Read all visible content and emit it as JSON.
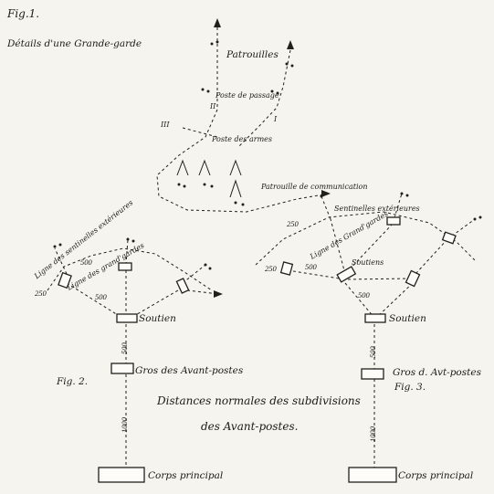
{
  "figure": {
    "fig1_label": "Fig.1.",
    "fig1_title": "Détails d'une Grande-garde",
    "fig2_label": "Fig. 2.",
    "fig3_label": "Fig. 3.",
    "caption_line1": "Distances normales des subdivisions",
    "caption_line2": "des Avant-postes."
  },
  "fig1": {
    "patrouilles": "Patrouilles",
    "poste_passage": "Poste de passage",
    "roman_two": "II",
    "roman_one": "I",
    "roman_three": "III",
    "poste_armes": "Poste des armes",
    "patrouille_communication": "Patrouille de communication"
  },
  "fig2": {
    "ligne_sentinelles": "Ligne des sentinelles extérieures",
    "ligne_grand_gardes": "Ligne des grand'gardes",
    "soutien": "Soutien",
    "gros": "Gros des Avant-postes",
    "corps": "Corps principal",
    "d250": "250",
    "d500a": "500",
    "d500b": "500",
    "d500c": "500",
    "d1000": "1000"
  },
  "fig3": {
    "sentinelles": "Sentinelles extérieures",
    "ligne_grand_gardes": "Ligne des Grand'gardes",
    "soutiens": "Soutiens",
    "soutien": "Soutien",
    "gros": "Gros d. Avt-postes",
    "corps": "Corps principal",
    "d250a": "250",
    "d250b": "250",
    "d500a": "500",
    "d500b": "500",
    "d500c": "500",
    "d1000": "1000"
  }
}
